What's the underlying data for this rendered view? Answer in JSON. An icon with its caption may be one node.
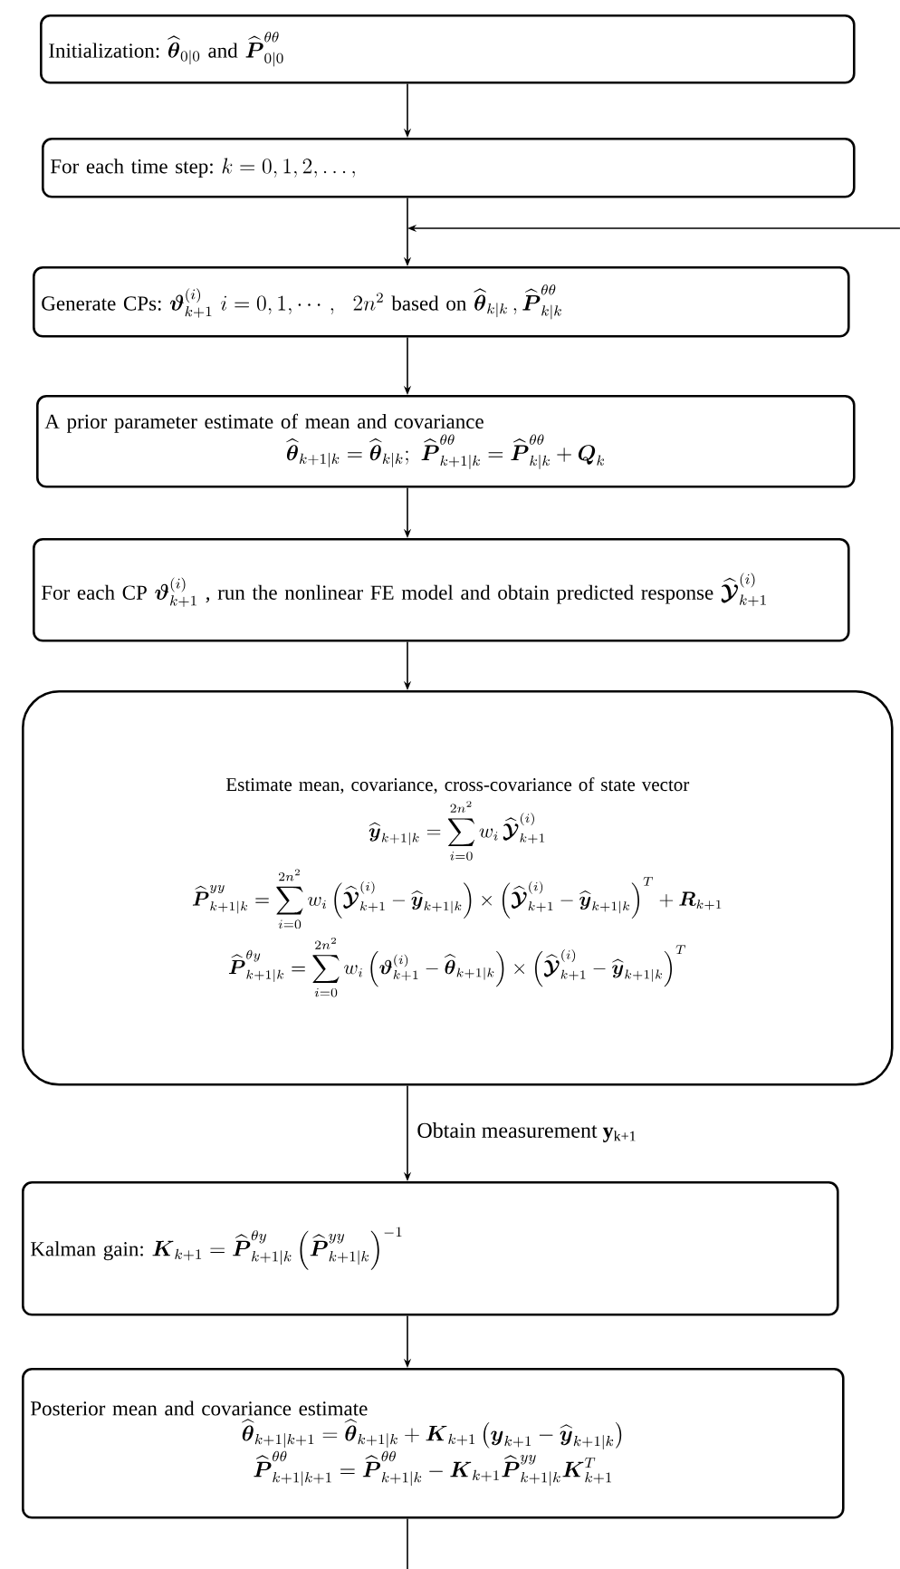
{
  "diagram": {
    "nodes": [
      {
        "text": [
          "Initialization:",
          "\\widehat{\\boldsymbol{\\theta}}_{0|0}",
          "and",
          "\\widehat{\\boldsymbol{P}}^{\\theta\\theta}_{0|0}"
        ]
      },
      {
        "text": [
          "For each time step:",
          "k=0,1,2,\\ldots,"
        ]
      },
      {
        "text": [
          "Generate CPs:",
          "\\boldsymbol{\\vartheta}^{(i)}_{k+1}\\ i=0,1,\\cdots,\\ \\ 2n^2",
          "based on",
          "\\widehat{\\boldsymbol{\\theta}}_{k|k}\\,,\\widehat{\\boldsymbol{P}}^{\\theta\\theta}_{k|k}"
        ]
      },
      {
        "text": [
          "A prior parameter estimate of mean and covariance",
          "\\widehat{\\boldsymbol{\\theta}}_{k+1|k}=\\widehat{\\boldsymbol{\\theta}}_{k|k};\\ \\widehat{\\boldsymbol{P}}^{\\theta\\theta}_{k+1|k}=\\widehat{\\boldsymbol{P}}^{\\theta\\theta}_{k|k}+\\boldsymbol{Q}_k"
        ]
      },
      {
        "text": [
          "For each CP",
          "\\boldsymbol{\\vartheta}^{(i)}_{k+1}",
          ", run the nonlinear FE model and obtain predicted response",
          "\\widehat{\\boldsymbol{\\mathcal{Y}}}^{(i)}_{k+1}"
        ]
      },
      {
        "text": [
          "Estimate mean, covariance, cross-covariance  of state vector",
          "\\widehat{\\boldsymbol{y}}_{k+1|k}=\\sum_{i=0}^{2n^2} w_i\\,\\widehat{\\boldsymbol{\\mathcal{Y}}}^{(i)}_{k+1}",
          "\\widehat{\\boldsymbol{P}}^{yy}_{k+1|k}=\\sum_{i=0}^{2n^2} w_i\\left(\\widehat{\\boldsymbol{\\mathcal{Y}}}^{(i)}_{k+1}-\\widehat{\\boldsymbol{y}}_{k+1|k}\\right)\\times\\left(\\widehat{\\boldsymbol{\\mathcal{Y}}}^{(i)}_{k+1}-\\widehat{\\boldsymbol{y}}_{k+1|k}\\right)^T+\\boldsymbol{R}_{k+1}",
          "\\widehat{\\boldsymbol{P}}^{\\theta y}_{k+1|k}=\\sum_{i=0}^{2n^2} w_i\\left(\\boldsymbol{\\vartheta}^{(i)}_{k+1}-\\widehat{\\boldsymbol{\\theta}}_{k+1|k}\\right)\\times\\left(\\widehat{\\boldsymbol{\\mathcal{Y}}}^{(i)}_{k+1}-\\widehat{\\boldsymbol{y}}_{k+1|k}\\right)^T"
        ]
      },
      {
        "text": [
          "Kalman gain:",
          "\\boldsymbol{K}_{k+1}=\\widehat{\\boldsymbol{P}}^{\\theta y}_{k+1|k}\\left(\\widehat{\\boldsymbol{P}}^{yy}_{k+1|k}\\right)^{-1}"
        ]
      },
      {
        "text": [
          "Posterior mean and covariance estimate",
          "\\widehat{\\boldsymbol{\\theta}}_{k+1|k+1}=\\widehat{\\boldsymbol{\\theta}}_{k+1|k}+\\boldsymbol{K}_{k+1}\\left(\\boldsymbol{y}_{k+1}-\\widehat{\\boldsymbol{y}}_{k+1|k}\\right)",
          "\\widehat{\\boldsymbol{P}}^{\\theta\\theta}_{k+1|k+1}=\\widehat{\\boldsymbol{P}}^{\\theta\\theta}_{k+1|k}-\\boldsymbol{K}_{k+1}\\widehat{\\boldsymbol{P}}^{yy}_{k+1|k}\\boldsymbol{K}^T_{k+1}"
        ]
      }
    ],
    "edges": [
      {
        "from": 0,
        "to": 1,
        "arrow": "to"
      },
      {
        "from": 1,
        "to": 2,
        "arrow": "to"
      },
      {
        "from": null,
        "to": 2,
        "arrow": "to"
      },
      {
        "from": 2,
        "to": 3,
        "arrow": "to"
      },
      {
        "from": 3,
        "to": 4,
        "arrow": "to"
      },
      {
        "from": 4,
        "to": 5,
        "arrow": "to"
      },
      {
        "from": 5,
        "to": 6,
        "arrow": "to",
        "label": "Obtain measurement **y**$_{k+1}$"
      },
      {
        "from": 6,
        "to": 7,
        "arrow": "to"
      },
      {
        "from": 7,
        "to": null,
        "arrow": "none"
      }
    ]
  }
}
